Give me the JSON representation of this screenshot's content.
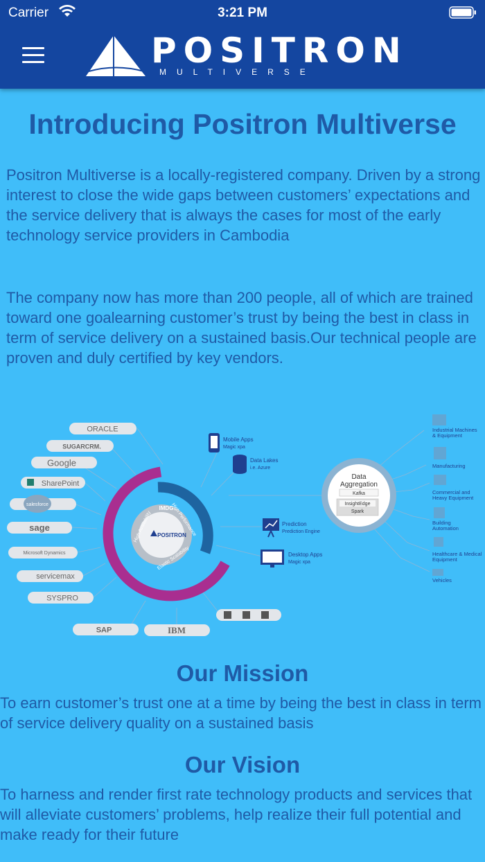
{
  "status_bar": {
    "carrier": "Carrier",
    "time": "3:21 PM"
  },
  "header": {
    "logo_main": "POSITRON",
    "logo_sub": "MULTIVERSE"
  },
  "intro": {
    "title": "Introducing Positron Multiverse",
    "para1": "Positron Multiverse is a locally-registered company. Driven by a strong interest to close the wide gaps between customers’ expectations and the service delivery that is always the cases for most of the early technology service providers in Cambodia",
    "para2": "The company now has more than 200 people, all of which are trained toward one goalearning customer’s trust by being the best in class in term of service delivery  on a sustained basis.Our technical people are proven and  duly certified by key vendors."
  },
  "diagram": {
    "vendors": [
      "ORACLE",
      "SUGARCRM.",
      "Google",
      "SharePoint",
      "salesforce",
      "sage",
      "Microsoft Dynamics",
      "servicemax",
      "SYSPRO",
      "SAP",
      "IBM"
    ],
    "hub": {
      "brand": "POSITRON",
      "ring_top": "IMDG",
      "ring_left": "High Availability",
      "ring_right": "High Performance",
      "ring_bottom": "Elastic Scalability"
    },
    "apps": [
      {
        "title": "Mobile Apps",
        "sub": "Magic xpa"
      },
      {
        "title": "Data Lakes",
        "sub": "i.e. Azure"
      },
      {
        "title": "Prediction",
        "sub": "Prediction Engine"
      },
      {
        "title": "Desktop Apps",
        "sub": "Magic xpa"
      }
    ],
    "aggregation": {
      "title1": "Data",
      "title2": "Aggregation",
      "items": [
        "Kafka",
        "InsightEdge",
        "Spark"
      ]
    },
    "industries": [
      {
        "line1": "Industrial Machines",
        "line2": "& Equipment"
      },
      {
        "line1": "Manufacturing",
        "line2": ""
      },
      {
        "line1": "Commercial and",
        "line2": "Heavy Equipment"
      },
      {
        "line1": "Building",
        "line2": "Automation"
      },
      {
        "line1": "Healthcare & Medical",
        "line2": "Equipment"
      },
      {
        "line1": "Vehicles",
        "line2": ""
      }
    ]
  },
  "mission": {
    "title": "Our Mission",
    "text": "To earn customer’s trust one at a time by being the best in class in term of service delivery quality on a sustained basis"
  },
  "vision": {
    "title": "Our Vision",
    "text": "To harness and render first rate technology products and services that will alleviate customers’ problems, help realize their full potential and make ready for their future"
  }
}
